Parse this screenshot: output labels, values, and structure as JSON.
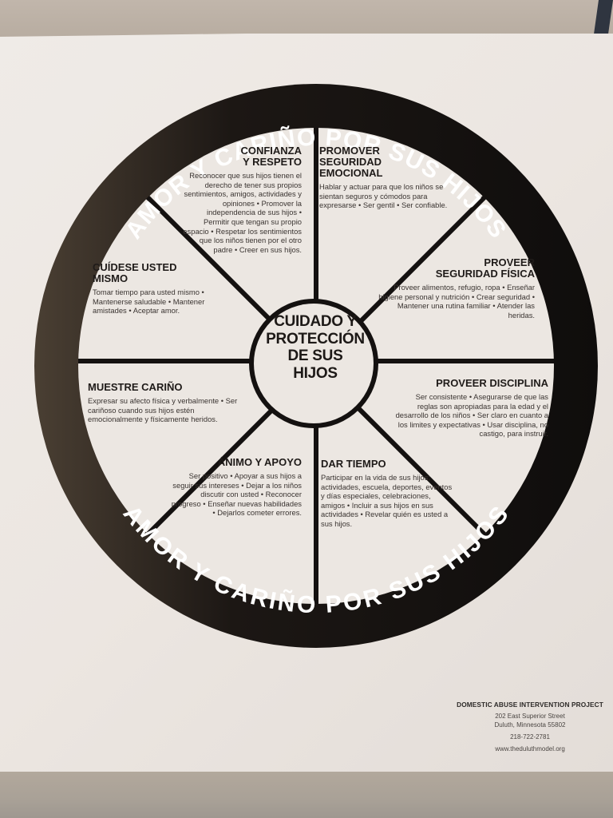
{
  "poster": {
    "ring_text_top": "AMOR Y CARIÑO POR SUS HIJOS",
    "ring_text_bottom": "AMOR Y CARIÑO POR SUS HIJOS",
    "hub_lines": [
      "CUIDADO Y",
      "PROTECCIÓN",
      "DE SUS",
      "HIJOS"
    ],
    "sections": [
      {
        "title": "CONFIANZA Y RESPETO",
        "title_lines": [
          "CONFIANZA",
          "Y RESPETO"
        ],
        "body": "Reconocer que sus hijos tienen el derecho de tener sus propios sentimientos, amigos, actividades y opiniones • Promover la independencia de sus hijos • Permitir que tengan su propio espacio • Respetar los sentimientos que los niños tienen por el otro padre • Creer en sus hijos."
      },
      {
        "title": "PROMOVER SEGURIDAD EMOCIONAL",
        "title_lines": [
          "PROMOVER",
          "SEGURIDAD",
          "EMOCIONAL"
        ],
        "body": "Hablar y actuar para que los niños se sientan seguros y cómodos para expresarse • Ser gentil • Ser confiable."
      },
      {
        "title": "PROVEER SEGURIDAD FÍSICA",
        "title_lines": [
          "PROVEER",
          "SEGURIDAD FÍSICA"
        ],
        "body": "Proveer alimentos, refugio, ropa • Enseñar higiene personal y nutrición • Crear seguridad • Mantener una rutina familiar • Atender las heridas."
      },
      {
        "title": "PROVEER DISCIPLINA",
        "title_lines": [
          "PROVEER DISCIPLINA"
        ],
        "body": "Ser consistente • Asegurarse de que las reglas son apropiadas para la edad y el desarrollo de los niños • Ser claro en cuanto a los limites y expectativas • Usar disciplina, no castigo, para instruir."
      },
      {
        "title": "DAR TIEMPO",
        "title_lines": [
          "DAR TIEMPO"
        ],
        "body": "Participar en la vida de sus hijos: actividades, escuela, deportes, eventos y días especiales, celebraciones, amigos • Incluir a sus hijos en sus actividades • Revelar quién es usted a sus hijos."
      },
      {
        "title": "ÁNIMO Y APOYO",
        "title_lines": [
          "ÁNIMO Y APOYO"
        ],
        "body": "Ser positivo • Apoyar a sus hijos a seguir sus intereses • Dejar a los niños discutir con usted • Reconocer progreso • Enseñar nuevas habilidades • Dejarlos cometer errores."
      },
      {
        "title": "MUESTRE CARIÑO",
        "title_lines": [
          "MUESTRE CARIÑO"
        ],
        "body": "Expresar su afecto física y verbalmente • Ser cariñoso cuando sus hijos estén emocionalmente y físicamente heridos."
      },
      {
        "title": "CUÍDESE USTED MISMO",
        "title_lines": [
          "CUÍDESE USTED",
          "MISMO"
        ],
        "body": "Tomar tiempo para usted mismo • Mantenerse saludable • Mantener amistades • Aceptar amor."
      }
    ],
    "footer": {
      "organization": "DOMESTIC ABUSE INTERVENTION PROJECT",
      "street": "202 East Superior Street",
      "city": "Duluth, Minnesota 55802",
      "phone": "218-722-2781",
      "website": "www.theduluthmodel.org"
    },
    "colors": {
      "ring": "#141110",
      "paper": "#ece7e2",
      "ring_text": "#ffffff"
    }
  }
}
